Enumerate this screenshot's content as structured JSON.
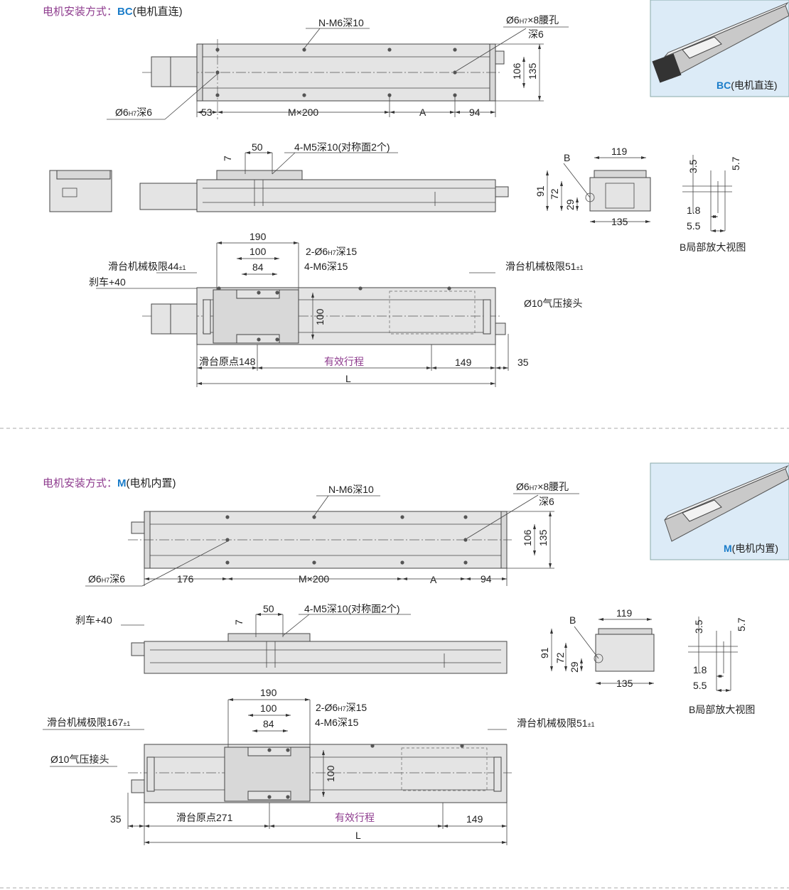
{
  "sections": [
    {
      "title_prefix": "电机安装方式：",
      "title_code": "BC",
      "title_suffix": "(电机直连)",
      "photo_code": "BC",
      "photo_suffix": "(电机直连)",
      "top_view": {
        "tap_holes": "N-M6深10",
        "slot_pre": "Ø6",
        "slot_sub": "H7",
        "slot_post": "×8腰孔",
        "slot_depth": "深6",
        "pin_pre": "Ø6",
        "pin_sub": "H7",
        "pin_post": "深6",
        "dim_left": "53",
        "dim_pitch": "M×200",
        "dim_a": "A",
        "dim_right": "94",
        "dim_106": "106",
        "dim_135": "135"
      },
      "side_view": {
        "dim_7": "7",
        "dim_50": "50",
        "carriage_holes": "4-M5深10(对称面2个)",
        "brake": ""
      },
      "end_view": {
        "b_label": "B",
        "dim_119": "119",
        "dim_91": "91",
        "dim_72": "72",
        "dim_29": "29",
        "dim_135": "135"
      },
      "b_detail": {
        "dim_35": "3.5",
        "dim_57": "5.7",
        "dim_18": "1.8",
        "dim_55": "5.5",
        "caption": "B局部放大视图"
      },
      "bottom_view": {
        "dim_190": "190",
        "dim_100": "100",
        "dim_84": "84",
        "pin_pre": "2-Ø6",
        "pin_sub": "H7",
        "pin_post": "深15",
        "taps": "4-M6深15",
        "limit_left": "滑台机械极限44",
        "limit_left_tol": "±1",
        "brake": "刹车+40",
        "limit_right": "滑台机械极限51",
        "limit_right_tol": "±1",
        "air": "Ø10气压接头",
        "dim_100v": "100",
        "origin": "滑台原点148",
        "stroke": "有效行程",
        "dim_149": "149",
        "dim_35": "35",
        "dim_l": "L"
      }
    },
    {
      "title_prefix": "电机安装方式：",
      "title_code": "M",
      "title_suffix": "(电机内置)",
      "photo_code": "M",
      "photo_suffix": "(电机内置)",
      "top_view": {
        "tap_holes": "N-M6深10",
        "slot_pre": "Ø6",
        "slot_sub": "H7",
        "slot_post": "×8腰孔",
        "slot_depth": "深6",
        "pin_pre": "Ø6",
        "pin_sub": "H7",
        "pin_post": "深6",
        "dim_left": "176",
        "dim_pitch": "M×200",
        "dim_a": "A",
        "dim_right": "94",
        "dim_106": "106",
        "dim_135": "135"
      },
      "side_view": {
        "dim_7": "7",
        "dim_50": "50",
        "carriage_holes": "4-M5深10(对称面2个)",
        "brake": "刹车+40"
      },
      "end_view": {
        "b_label": "B",
        "dim_119": "119",
        "dim_91": "91",
        "dim_72": "72",
        "dim_29": "29",
        "dim_135": "135"
      },
      "b_detail": {
        "dim_35": "3.5",
        "dim_57": "5.7",
        "dim_18": "1.8",
        "dim_55": "5.5",
        "caption": "B局部放大视图"
      },
      "bottom_view": {
        "dim_190": "190",
        "dim_100": "100",
        "dim_84": "84",
        "pin_pre": "2-Ø6",
        "pin_sub": "H7",
        "pin_post": "深15",
        "taps": "4-M6深15",
        "limit_left": "滑台机械极限167",
        "limit_left_tol": "±1",
        "brake": "",
        "limit_right": "滑台机械极限51",
        "limit_right_tol": "±1",
        "air": "Ø10气压接头",
        "dim_100v": "100",
        "origin": "滑台原点271",
        "stroke": "有效行程",
        "dim_149": "149",
        "dim_35": "35",
        "dim_l": "L"
      }
    }
  ]
}
